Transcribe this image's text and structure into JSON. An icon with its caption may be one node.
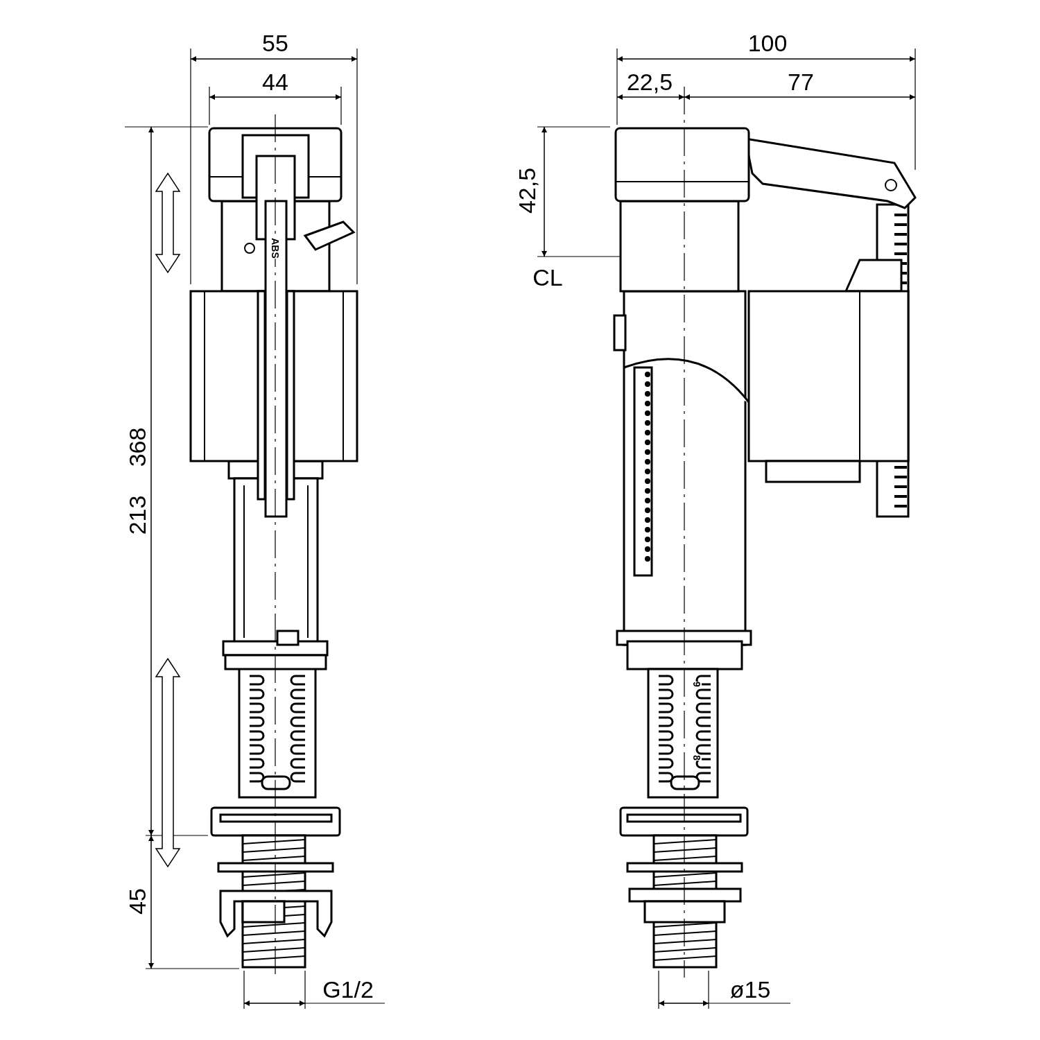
{
  "diagram": {
    "labels": [
      "55",
      "44",
      "100",
      "22,5",
      "77",
      "42,5",
      "CL",
      "ABS",
      "368",
      "213",
      "9",
      "8",
      "45",
      "G1/2",
      "ø15"
    ]
  }
}
